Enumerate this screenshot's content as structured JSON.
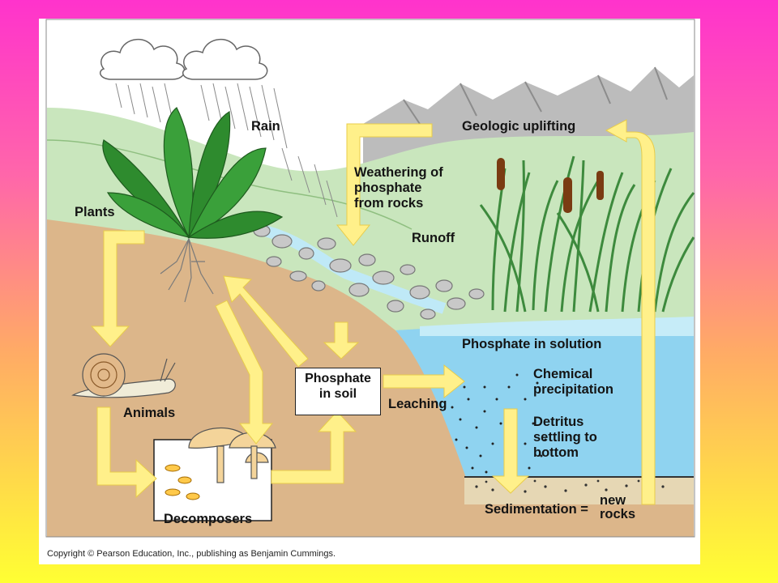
{
  "diagram": {
    "labels": {
      "rain": "Rain",
      "plants": "Plants",
      "geologic_uplifting": "Geologic uplifting",
      "weathering": [
        "Weathering of",
        "phosphate",
        "from rocks"
      ],
      "runoff": "Runoff",
      "phosphate_in_solution": "Phosphate in solution",
      "phosphate_in_soil": [
        "Phosphate",
        "in soil"
      ],
      "leaching": "Leaching",
      "chemical_precipitation": [
        "Chemical",
        "precipitation"
      ],
      "detritus": [
        "Detritus",
        "settling to",
        "bottom"
      ],
      "animals": "Animals",
      "decomposers": "Decomposers",
      "sedimentation": "Sedimentation =",
      "new_rocks": [
        "new",
        "rocks"
      ]
    },
    "copyright": "Copyright © Pearson Education, Inc., publishing as Benjamin Cummings.",
    "colors": {
      "arrow": "#fff08a",
      "soil": "#dcb68a",
      "water": "#8fd3f0",
      "hills": "#c6e4b8",
      "mountains": "#bdbdbd"
    }
  }
}
